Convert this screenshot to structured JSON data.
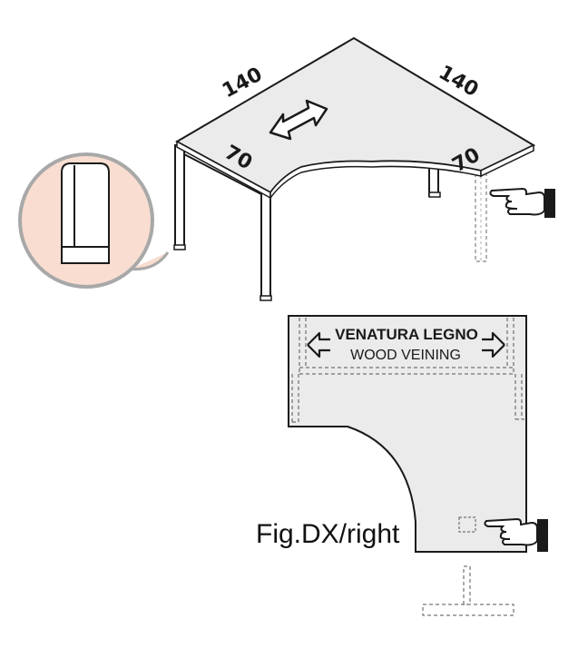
{
  "dimensions": {
    "top_left_length": "140",
    "top_right_length": "140",
    "left_depth": "70",
    "right_depth": "70"
  },
  "grain": {
    "label_it": "VENATURA LEGNO",
    "label_en": "WOOD VEINING"
  },
  "figure_caption": "Fig.DX/right",
  "colors": {
    "desk_top": "#ebebeb",
    "outline": "#1a1a1a",
    "detail_bubble": "#f8ddd0",
    "detail_border": "#a8a8a8"
  },
  "icons": [
    "double-arrow-icon",
    "pointing-hand-icon",
    "detail-magnifier-bubble"
  ]
}
